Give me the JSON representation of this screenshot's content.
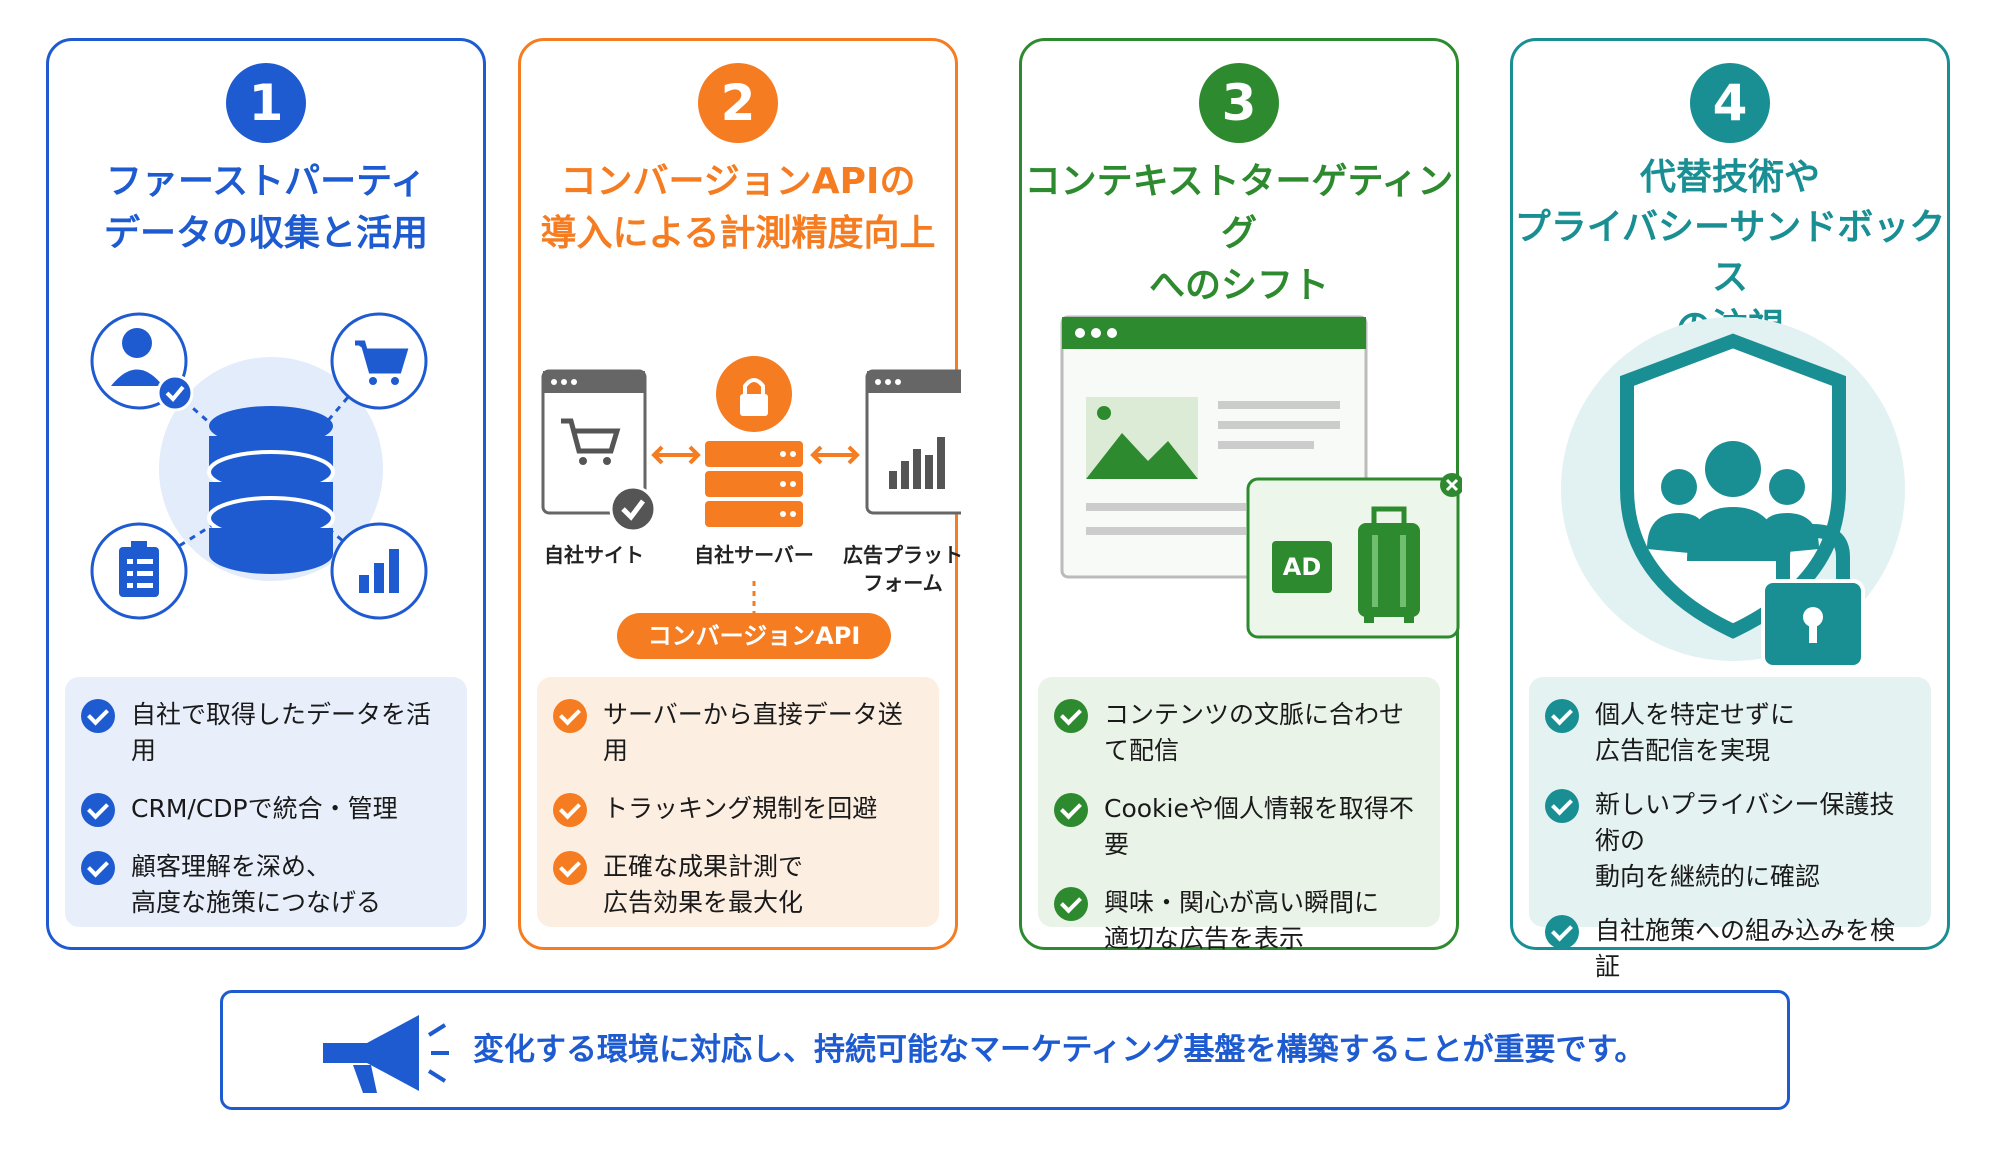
{
  "colors": {
    "blue": "#1e5bd0",
    "orange": "#f57c20",
    "green": "#2e8a2e",
    "teal": "#1a8f93"
  },
  "cards": [
    {
      "number": "1",
      "title": "ファーストパーティ\nデータの収集と活用",
      "items": [
        "自社で取得したデータを活用",
        "CRM/CDPで統合・管理",
        "顧客理解を深め、\n高度な施策につなげる"
      ]
    },
    {
      "number": "2",
      "title": "コンバージョンAPIの\n導入による計測精度向上",
      "diagram": {
        "site_label": "自社サイト",
        "server_label": "自社サーバー",
        "platform_label": "広告プラット\nフォーム",
        "api_pill": "コンバージョンAPI"
      },
      "items": [
        "サーバーから直接データ送用",
        "トラッキング規制を回避",
        "正確な成果計測で\n広告効果を最大化"
      ]
    },
    {
      "number": "3",
      "title": "コンテキストターゲティング\nへのシフト",
      "ad_badge": "AD",
      "items": [
        "コンテンツの文脈に合わせて配信",
        "Cookieや個人情報を取得不要",
        "興味・関心が高い瞬間に\n適切な広告を表示"
      ]
    },
    {
      "number": "4",
      "title": "代替技術や\nプライバシーサンドボックス\nの注視",
      "items": [
        "個人を特定せずに\n広告配信を実現",
        "新しいプライバシー保護技術の\n動向を継続的に確認",
        "自社施策への組み込みを検証"
      ]
    }
  ],
  "banner": {
    "text": "変化する環境に対応し、持続可能なマーケティング基盤を構築することが重要です。"
  }
}
